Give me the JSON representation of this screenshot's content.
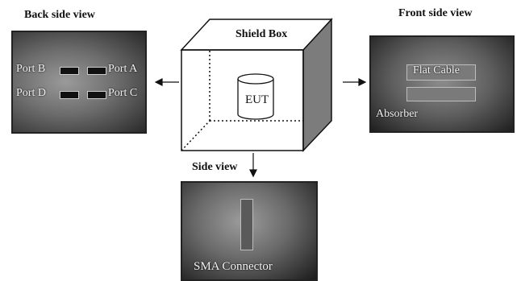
{
  "labels": {
    "back_view": "Back side view",
    "front_view": "Front side view",
    "side_view": "Side view",
    "shield_box": "Shield Box",
    "eut": "EUT"
  },
  "back_photo": {
    "port_b": "Port B",
    "port_a": "Port A",
    "port_d": "Port D",
    "port_c": "Port C"
  },
  "front_photo": {
    "flat_cable": "Flat Cable",
    "absorber": "Absorber"
  },
  "side_photo": {
    "sma_connector": "SMA Connector"
  }
}
